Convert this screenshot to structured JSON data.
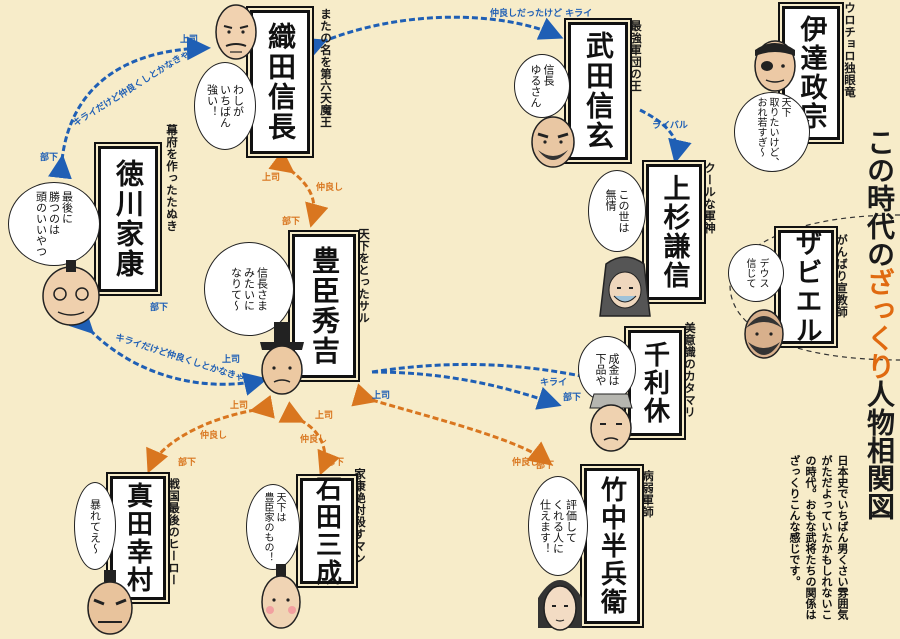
{
  "title": {
    "pre": "この時代の",
    "accent": "ざっくり",
    "post": "人物相関図"
  },
  "intro": "日本史でいちばん男くさい雰囲気がただよっていたかもしれないこの時代。おもな武将たちの関係はざっくりこんな感じです。",
  "colors": {
    "background": "#f7ecc9",
    "blue": "#1f5fb5",
    "orange": "#d9761f",
    "accent": "#e06a10"
  },
  "people": {
    "nobunaga": {
      "name": "織田信長",
      "epithet": "またの名を第六天魔王",
      "bubble": "わしが\nいちばん\n強い！"
    },
    "shingen": {
      "name": "武田信玄",
      "epithet": "最強軍団の王",
      "bubble": "信長\nゆるさん"
    },
    "masamune": {
      "name": "伊達政宗",
      "epithet": "ウロチョロ独眼竜",
      "bubble": "天下\n取りたいけど、\nおれ若すぎ〜"
    },
    "ieyasu": {
      "name": "徳川家康",
      "epithet": "幕府を作ったたぬき",
      "bubble": "最後に\n勝つのは\n頭のいいやつ"
    },
    "kenshin": {
      "name": "上杉謙信",
      "epithet": "クールな軍神",
      "bubble": "この世は\n無情"
    },
    "xavier": {
      "name": "ザビエル",
      "epithet": "がんばり宣教師",
      "bubble": "デウス\n信じて"
    },
    "hideyoshi": {
      "name": "豊臣秀吉",
      "epithet": "天下をとったサル",
      "bubble": "信長さま\nみたいに\nなりて〜"
    },
    "rikyu": {
      "name": "千利休",
      "epithet": "美意識のカタマリ",
      "bubble": "成金は\n下品や"
    },
    "yukimura": {
      "name": "真田幸村",
      "epithet": "戦国最後のヒーロー",
      "bubble": "暴れてえ〜"
    },
    "mitsunari": {
      "name": "石田三成",
      "epithet": "家康絶対殺すマン",
      "bubble": "天下は\n豊臣家のもの！"
    },
    "hanbei": {
      "name": "竹中半兵衛",
      "epithet": "病弱軍師",
      "bubble": "評価して\nくれる人に\n仕えます！"
    }
  },
  "relations": {
    "nobu_shingen": "仲良しだったけど キライ",
    "shingen_kenshin": "ライバル",
    "ieyasu_nobu": "キライだけど仲良くしとかなきゃ…",
    "boss": "上司",
    "sub": "部下",
    "friends": "仲良し",
    "ieyasu_hide": "キライだけど仲良くしとかなきゃ…",
    "rikyu_hide": "キライ"
  }
}
